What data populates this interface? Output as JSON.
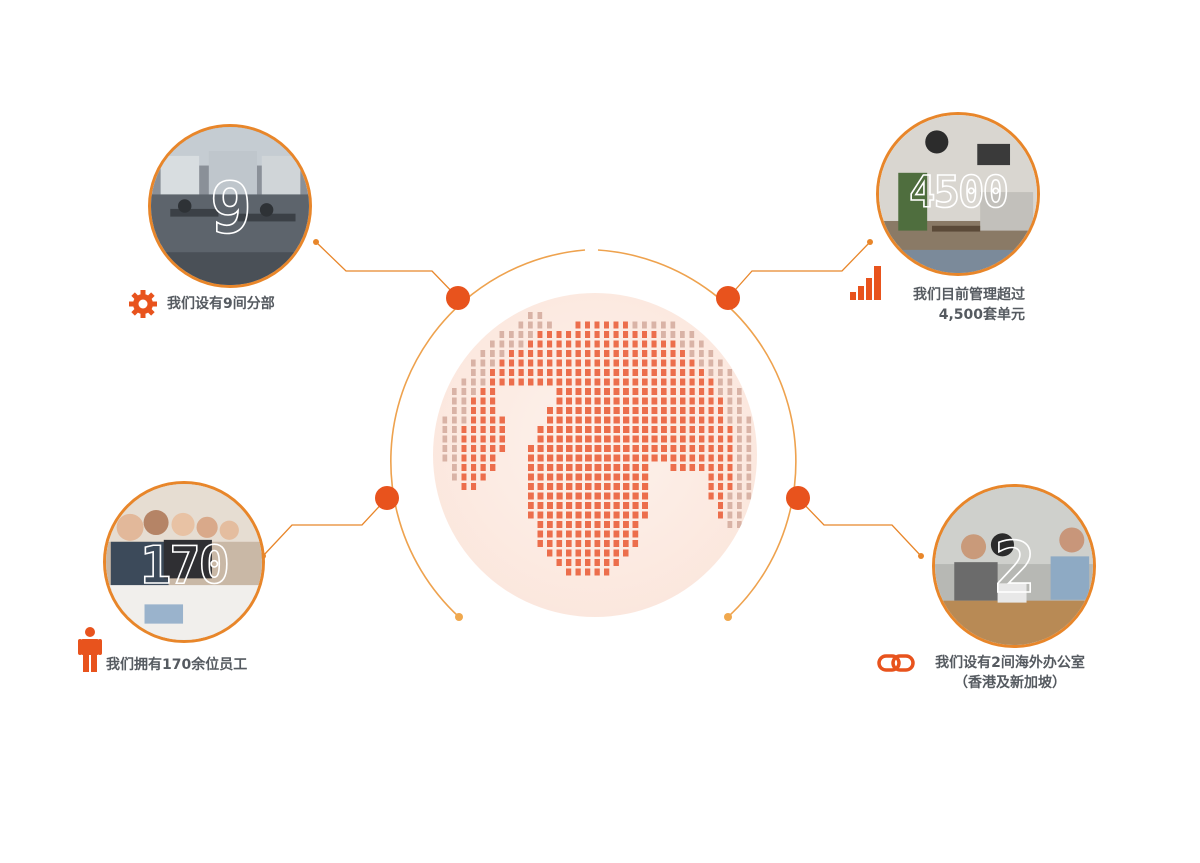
{
  "stats": [
    {
      "id": "branches",
      "number": "9",
      "lines": [
        "我们设有9间分部"
      ],
      "icon": "gear-icon"
    },
    {
      "id": "units",
      "number": "4500",
      "lines": [
        "我们目前管理超过",
        "4,500套单元"
      ],
      "icon": "bar-chart-icon"
    },
    {
      "id": "staff",
      "number": "170",
      "lines": [
        "我们拥有170余位员工"
      ],
      "icon": "person-icon"
    },
    {
      "id": "offices",
      "number": "2",
      "lines": [
        "我们设有2间海外办公室",
        "（香港及新加坡）"
      ],
      "icon": "link-icon"
    }
  ],
  "colors": {
    "accent": "#e8531d",
    "line": "#e8862a",
    "globe": "#ec6e4c",
    "text": "#555a60"
  }
}
